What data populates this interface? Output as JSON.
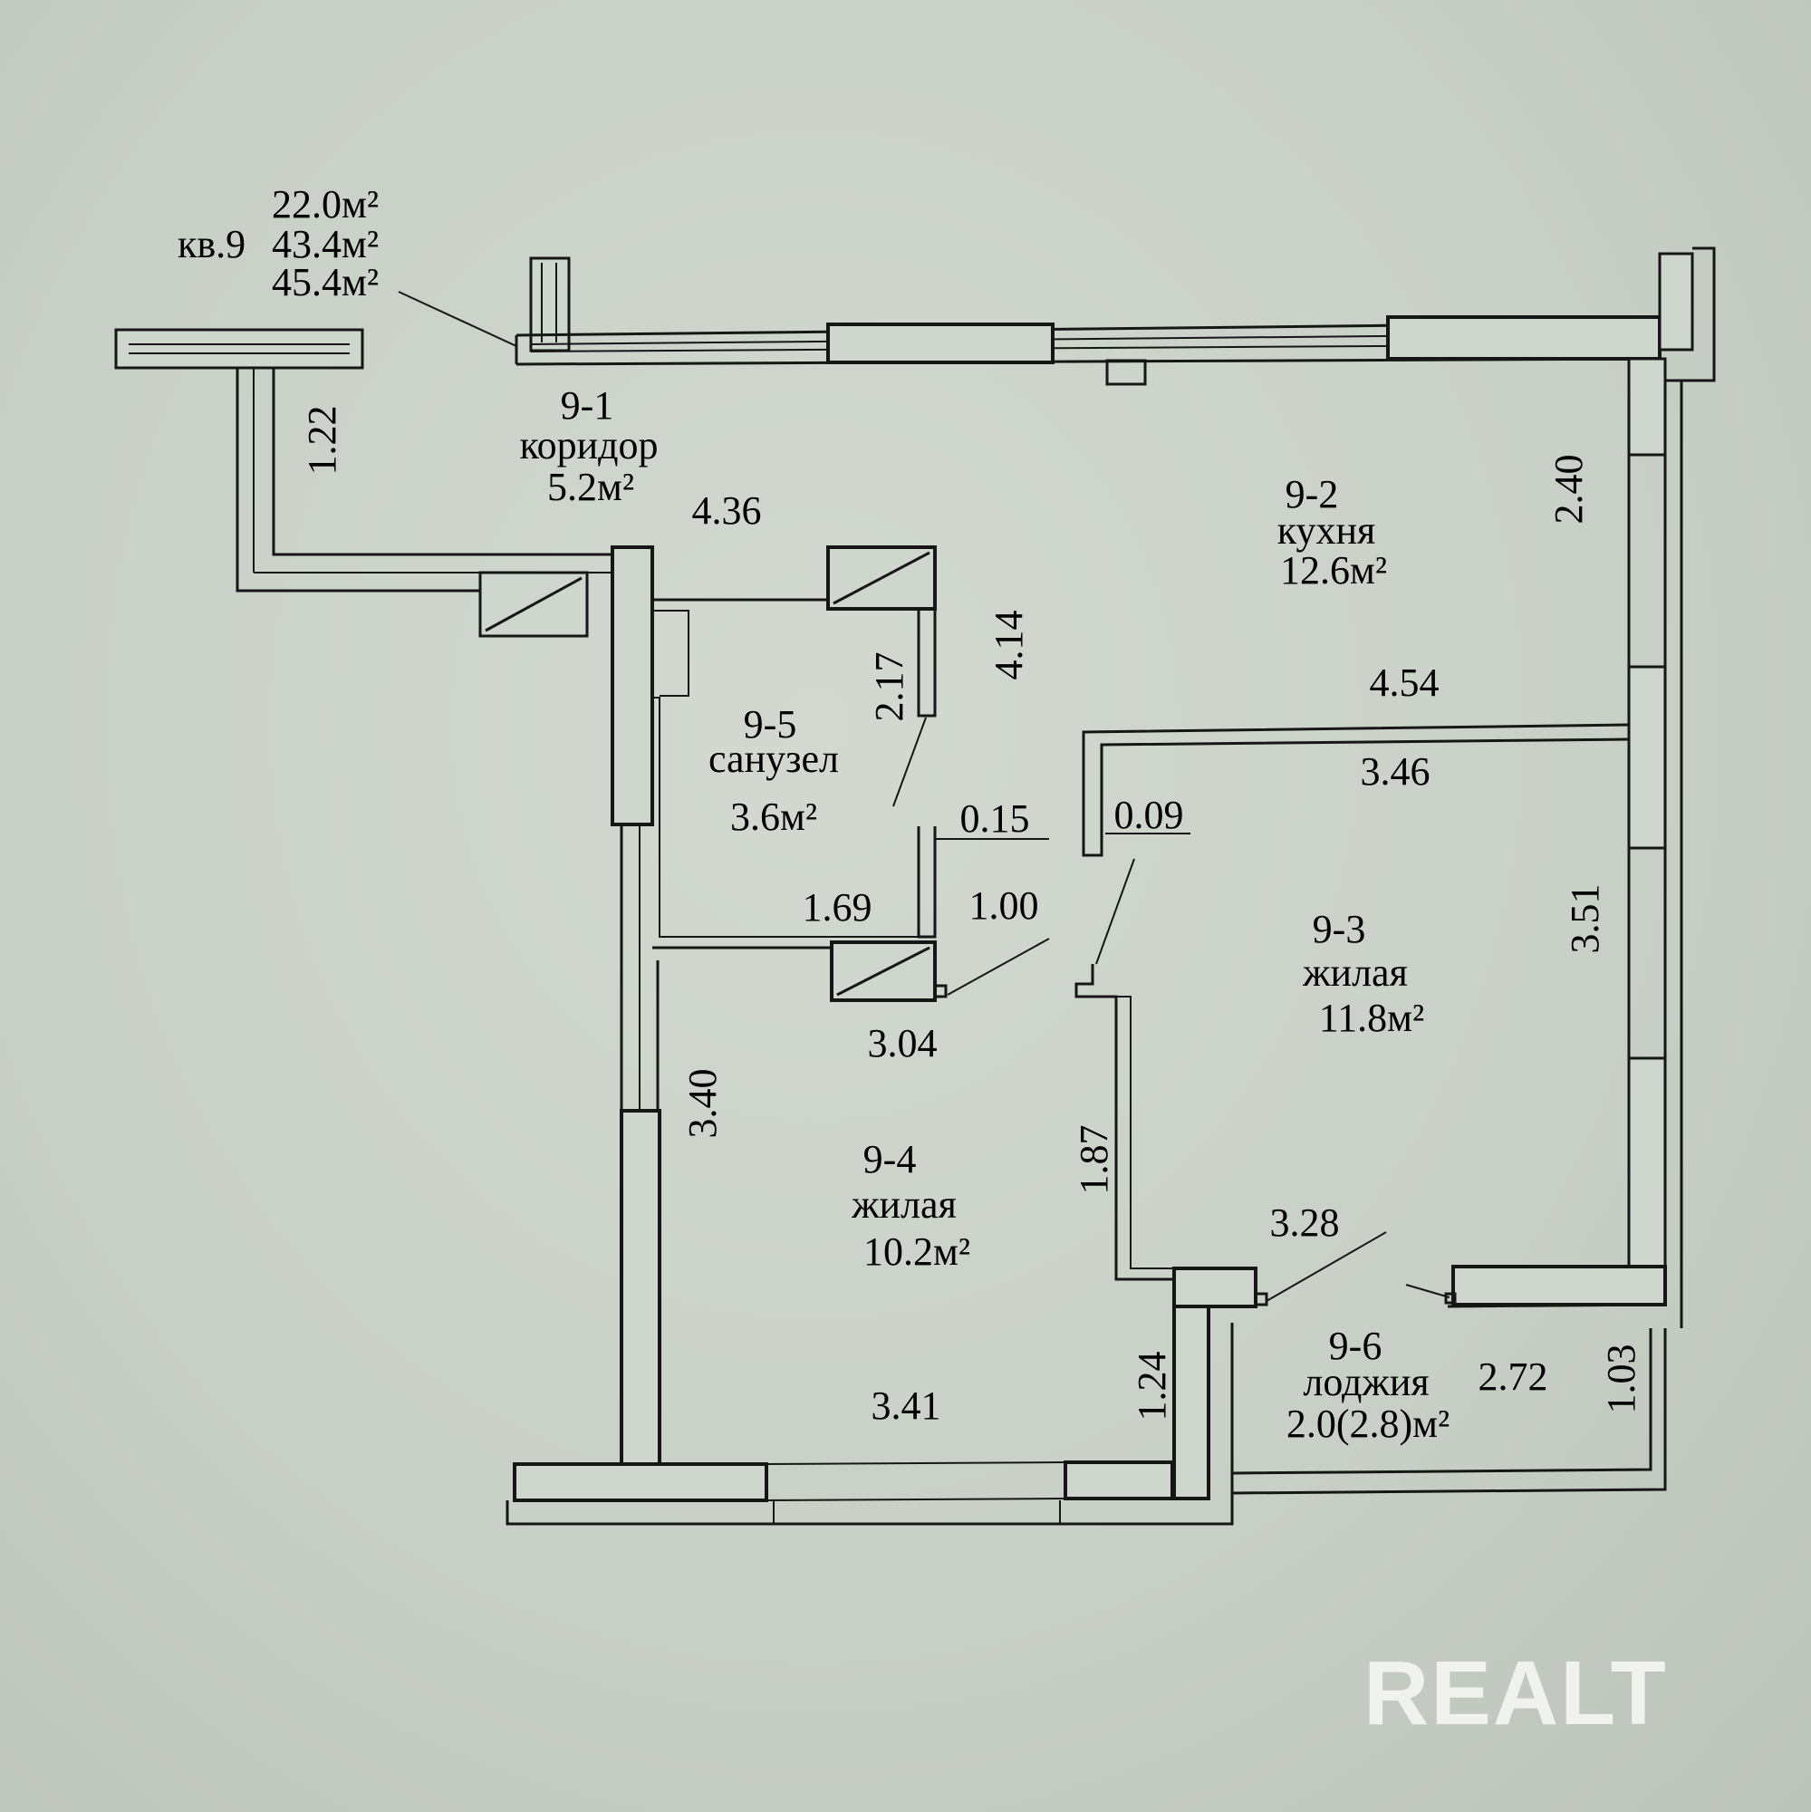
{
  "apartment": {
    "label": "кв.9",
    "area_living": "22.0м²",
    "area_total": "43.4м²",
    "area_with_loggia": "45.4м²"
  },
  "rooms": [
    {
      "id": "9-1",
      "name": "коридор",
      "area": "5.2м²"
    },
    {
      "id": "9-2",
      "name": "кухня",
      "area": "12.6м²"
    },
    {
      "id": "9-3",
      "name": "жилая",
      "area": "11.8м²"
    },
    {
      "id": "9-4",
      "name": "жилая",
      "area": "10.2м²"
    },
    {
      "id": "9-5",
      "name": "санузел",
      "area": "3.6м²"
    },
    {
      "id": "9-6",
      "name": "лоджия",
      "area": "2.0(2.8)м²"
    }
  ],
  "dimensions": {
    "corridor_width": "1.22",
    "corridor_length": "4.36",
    "kitchen_right": "2.40",
    "kitchen_depth": "4.14",
    "kitchen_width": "4.54",
    "bath_height": "2.17",
    "bath_width": "1.69",
    "thickness_a": "0.15",
    "thickness_b": "0.09",
    "door_width": "1.00",
    "room3_width": "3.46",
    "room3_height": "3.51",
    "room4_top": "3.04",
    "room4_left": "3.40",
    "room4_bottom": "3.41",
    "wall_187": "1.87",
    "loggia_top": "3.28",
    "loggia_left": "1.24",
    "loggia_width": "2.72",
    "loggia_right": "1.03"
  },
  "watermark": "REALT"
}
